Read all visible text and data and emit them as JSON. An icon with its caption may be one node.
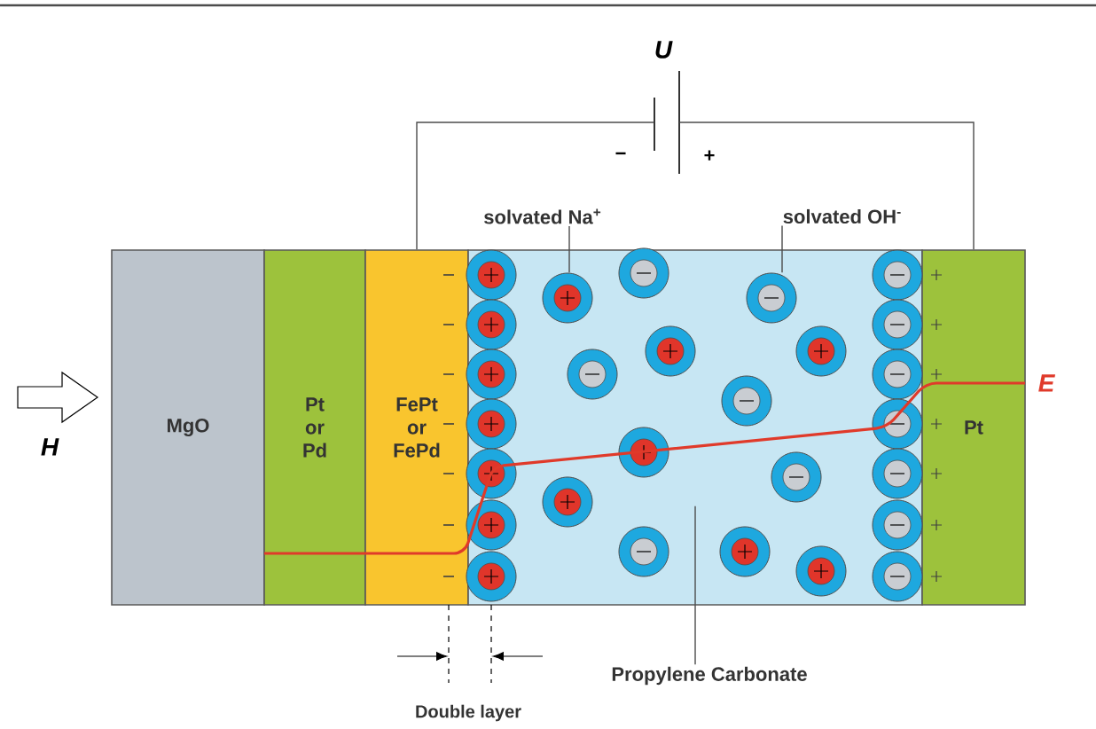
{
  "diagram": {
    "nodes": [
      {
        "text": [
          "MgO"
        ]
      },
      {
        "text": [
          "Pt or Pd"
        ]
      },
      {
        "text": [
          "FePt or FePd"
        ]
      },
      {
        "text": [],
        "shape": "box"
      },
      {
        "text": [
          "Pt"
        ]
      },
      {
        "text": [
          "solvated Na$^{+}$"
        ]
      },
      {
        "text": [
          "solvated OH$^{-}$"
        ]
      },
      {
        "text": [
          "Propylene Carbonate"
        ]
      },
      {
        "text": [
          "U"
        ],
        "beside": [
          "−",
          "+"
        ]
      }
    ],
    "edges": [
      {
        "from": 5,
        "to": 3,
        "arrow": "none"
      },
      {
        "from": 6,
        "to": 3,
        "arrow": "none"
      },
      {
        "from": 7,
        "to": 3,
        "arrow": "none"
      },
      {
        "from": 2,
        "to": 8,
        "arrow": "none"
      },
      {
        "from": 8,
        "to": 4,
        "arrow": "none"
      }
    ],
    "labels": [
      "H",
      "E",
      "Double layer"
    ]
  }
}
